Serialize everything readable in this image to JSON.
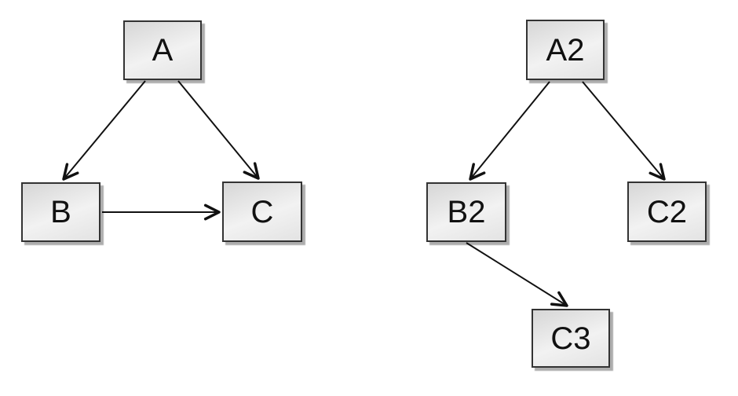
{
  "diagrams": [
    {
      "id": "left-graph",
      "nodes": [
        {
          "id": "A",
          "label": "A"
        },
        {
          "id": "B",
          "label": "B"
        },
        {
          "id": "C",
          "label": "C"
        }
      ],
      "edges": [
        {
          "from": "A",
          "to": "B"
        },
        {
          "from": "A",
          "to": "C"
        },
        {
          "from": "B",
          "to": "C"
        }
      ]
    },
    {
      "id": "right-graph",
      "nodes": [
        {
          "id": "A2",
          "label": "A2"
        },
        {
          "id": "B2",
          "label": "B2"
        },
        {
          "id": "C2",
          "label": "C2"
        },
        {
          "id": "C3",
          "label": "C3"
        }
      ],
      "edges": [
        {
          "from": "A2",
          "to": "B2"
        },
        {
          "from": "A2",
          "to": "C2"
        },
        {
          "from": "B2",
          "to": "C3"
        }
      ]
    }
  ],
  "colors": {
    "background": "#ffffff",
    "node_border": "#333333",
    "node_fill_light": "#f2f2f2",
    "node_fill_dark": "#d6d6d6",
    "edge_stroke": "#111111",
    "shadow": "#aaaaaa",
    "text": "#111111"
  }
}
